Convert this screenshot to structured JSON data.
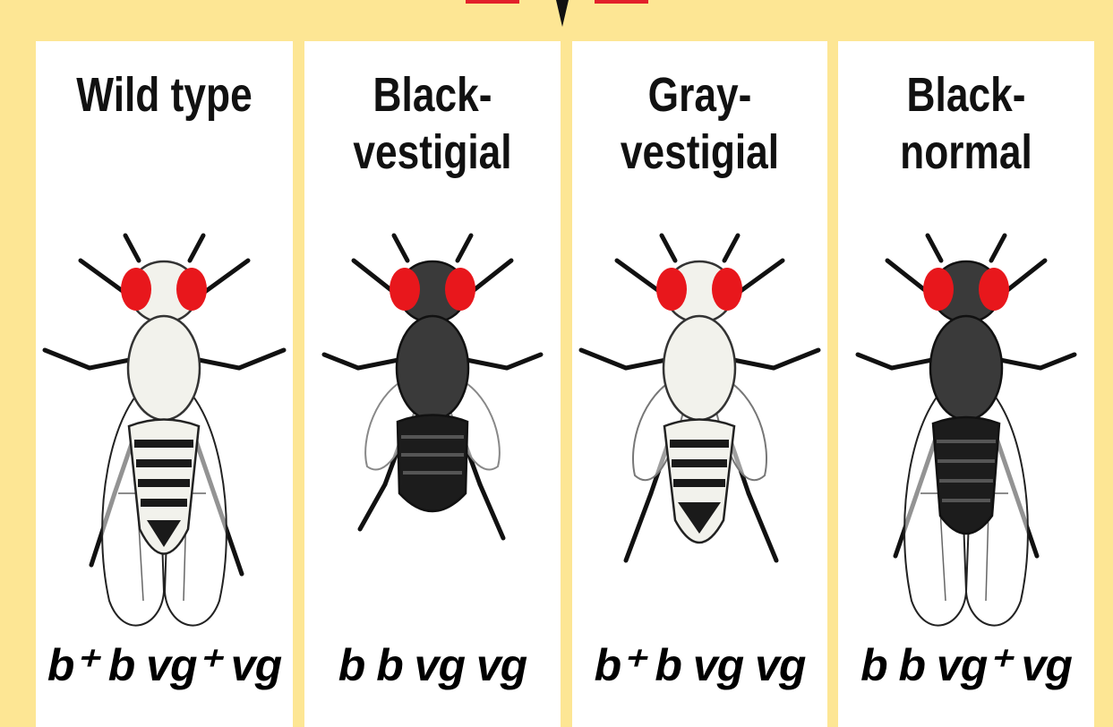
{
  "panels": [
    {
      "title_line1": "Wild type",
      "title_line2": "",
      "genotype": "b⁺ b vg⁺ vg",
      "body": "light"
    },
    {
      "title_line1": "Black-",
      "title_line2": "vestigial",
      "genotype": "b b vg vg",
      "body": "dark"
    },
    {
      "title_line1": "Gray-",
      "title_line2": "vestigial",
      "genotype": "b⁺ b vg vg",
      "body": "light"
    },
    {
      "title_line1": "Black-",
      "title_line2": "normal",
      "genotype": "b b vg⁺ vg",
      "body": "dark"
    }
  ],
  "colors": {
    "background": "#fde694",
    "panel": "#ffffff",
    "eye": "#e8171c",
    "light_body": "#f2f2ec",
    "dark_body": "#3a3a3a",
    "accent_red": "#e2202a"
  }
}
